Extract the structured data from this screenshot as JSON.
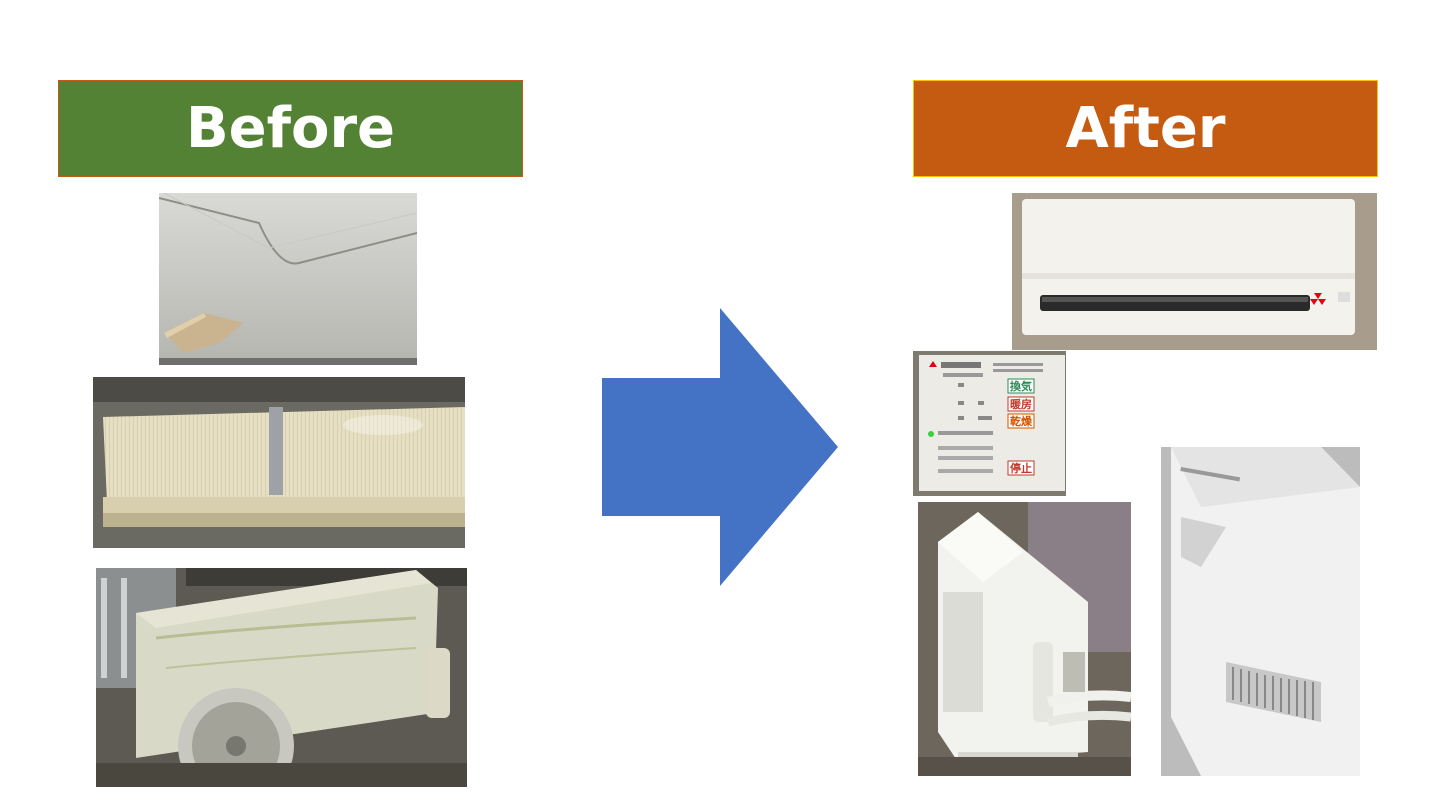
{
  "before": {
    "label": "Before",
    "color": "#548235",
    "photos": [
      "bathroom-ceiling-vent-photo",
      "old-indoor-ac-unit-photo",
      "old-outdoor-ac-unit-photo"
    ]
  },
  "after": {
    "label": "After",
    "color": "#c55a11",
    "photos": [
      "new-indoor-ac-unit-photo",
      "bathroom-dryer-control-panel-photo",
      "new-outdoor-ac-unit-photo",
      "new-ceiling-dryer-unit-photo"
    ]
  },
  "arrow": {
    "color": "#4472c4",
    "direction": "right"
  },
  "control_panel": {
    "buttons": [
      "換気",
      "暖房",
      "乾燥",
      "停止"
    ],
    "button_colors": [
      "#2e8b57",
      "#c0392b",
      "#d35400",
      "#c0392b"
    ]
  }
}
